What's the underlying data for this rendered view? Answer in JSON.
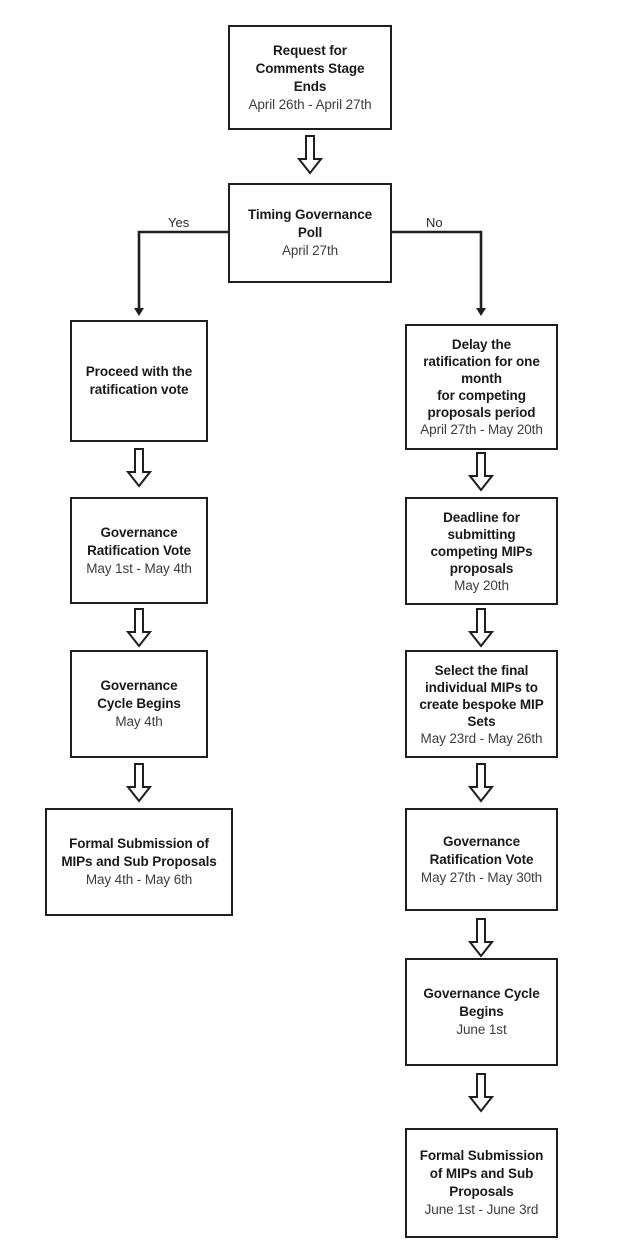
{
  "diagram": {
    "title_context": "MIPs Governance Timing Flowchart",
    "background_color": "#ffffff",
    "line_color": "#1f1f1f",
    "text_color": "#1a1a1a",
    "date_text_color": "#3d3d3d"
  },
  "edge_labels": {
    "yes": "Yes",
    "no": "No"
  },
  "nodes": {
    "start": {
      "title": "Request for\nComments Stage\nEnds",
      "date": "April 26th - April 27th"
    },
    "decision": {
      "title": "Timing Governance\nPoll",
      "date": "April 27th"
    },
    "left_1": {
      "title": "Proceed with the\nratification vote",
      "date": ""
    },
    "left_2": {
      "title": "Governance\nRatification Vote",
      "date": "May 1st - May 4th"
    },
    "left_3": {
      "title": "Governance\nCycle Begins",
      "date": "May 4th"
    },
    "left_4": {
      "title": "Formal Submission of\nMIPs and Sub Proposals",
      "date": "May 4th - May 6th"
    },
    "right_1": {
      "title": "Delay the\nratification for one\nmonth\nfor competing\nproposals period",
      "date": "April 27th - May 20th"
    },
    "right_2": {
      "title": "Deadline for\nsubmitting\ncompeting MIPs\nproposals",
      "date": "May 20th"
    },
    "right_3": {
      "title": "Select the final\nindividual MIPs to\ncreate bespoke MIP\nSets",
      "date": "May 23rd - May 26th"
    },
    "right_4": {
      "title": "Governance\nRatification Vote",
      "date": "May 27th - May 30th"
    },
    "right_5": {
      "title": "Governance Cycle\nBegins",
      "date": "June 1st"
    },
    "right_6": {
      "title": "Formal Submission\nof MIPs and Sub\nProposals",
      "date": "June 1st - June 3rd"
    }
  }
}
